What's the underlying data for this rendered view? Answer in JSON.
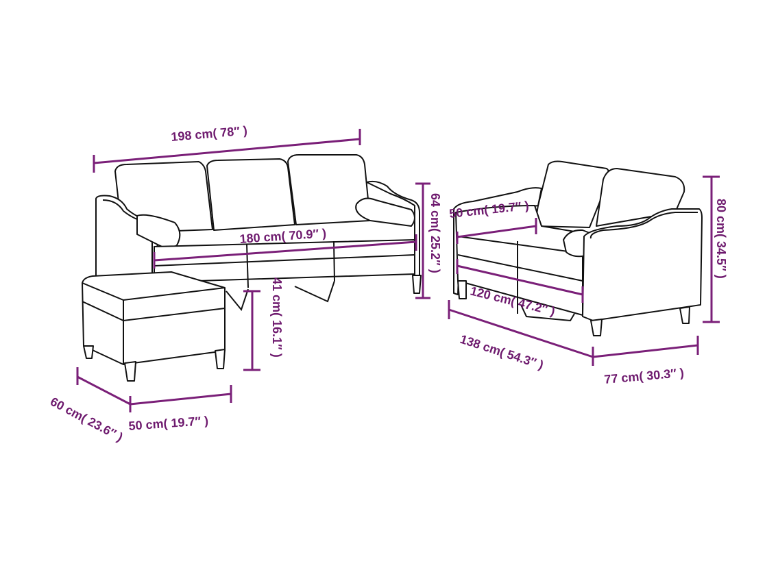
{
  "colors": {
    "dimension": "#7a1f78",
    "outline": "#111111",
    "background": "#ffffff"
  },
  "dimensions": {
    "sofa_width": "198 cm( 78″ )",
    "sofa_seat_width": "180 cm( 70.9″ )",
    "sofa_height": "64 cm( 25.2″ )",
    "seat_height": "41 cm( 16.1″ )",
    "ottoman_width": "50 cm( 19.7″ )",
    "ottoman_depth": "60 cm( 23.6″ )",
    "loveseat_seat_depth": "50 cm( 19.7″ )",
    "loveseat_seat_width": "120 cm( 47.2″ )",
    "loveseat_height": "80 cm( 34.5″ )",
    "loveseat_width": "138 cm( 54.3″ )",
    "loveseat_depth": "77 cm( 30.3″ )"
  }
}
